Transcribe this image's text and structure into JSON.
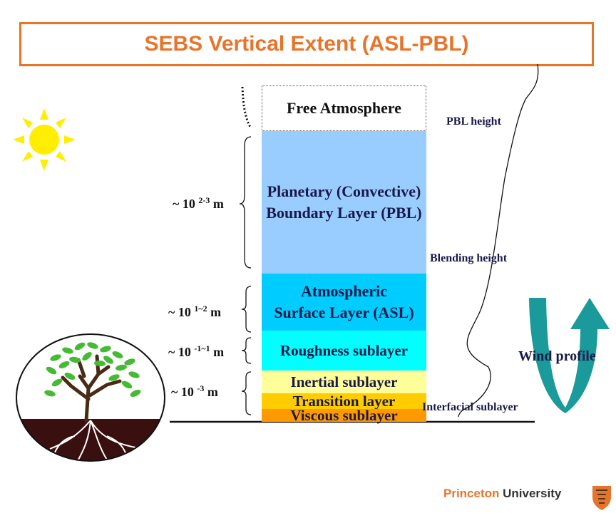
{
  "title": "SEBS Vertical Extent (ASL-PBL)",
  "layers": {
    "free": "Free Atmosphere",
    "pbl_line1": "Planetary (Convective)",
    "pbl_line2": "Boundary Layer (PBL)",
    "asl_line1": "Atmospheric",
    "asl_line2": "Surface Layer (ASL)",
    "roughness": "Roughness sublayer",
    "inertial": "Inertial sublayer",
    "transition": "Transition layer",
    "viscous": "Viscous sublayer"
  },
  "layer_colors": {
    "pbl": "#99ccff",
    "asl": "#00ccff",
    "roughness": "#00ffff",
    "inertial": "#ffff99",
    "transition": "#ffcc00",
    "viscous": "#ff9900"
  },
  "scales": [
    {
      "prefix": "~ 10 ",
      "exp": "2-3",
      "suffix": " m"
    },
    {
      "prefix": "~ 10 ",
      "exp": "1~2",
      "suffix": " m"
    },
    {
      "prefix": "~ 10 ",
      "exp": "-1~1",
      "suffix": " m"
    },
    {
      "prefix": "~ 10 ",
      "exp": "-3",
      "suffix": " m"
    }
  ],
  "labels": {
    "pbl_height": "PBL height",
    "blending_height": "Blending height",
    "wind_profile": "Wind profile",
    "interfacial": "Interfacial sublayer"
  },
  "footer": {
    "princeton": "Princeton",
    "university": "University"
  },
  "colors": {
    "accent": "#e8742a",
    "sun": "#ffee00",
    "leaf": "#44bb33",
    "soil": "#3a0f0f",
    "arrow": "#1a9a9a"
  },
  "icons": [
    "sun-icon",
    "tree-icon",
    "circular-arrow-icon",
    "princeton-shield-icon"
  ]
}
